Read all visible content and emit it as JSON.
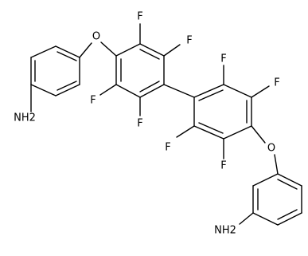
{
  "molecule": {
    "atoms": {
      "amine_top": "NH2",
      "ether_top": "O",
      "f_top_ring_1": "F",
      "f_top_ring_2": "F",
      "f_top_ring_3": "F",
      "f_top_ring_4": "F",
      "f_bottom_ring_1": "F",
      "f_bottom_ring_2": "F",
      "f_bottom_ring_3": "F",
      "f_bottom_ring_4": "F",
      "ether_bottom": "O",
      "amine_bottom": "NH2"
    }
  }
}
